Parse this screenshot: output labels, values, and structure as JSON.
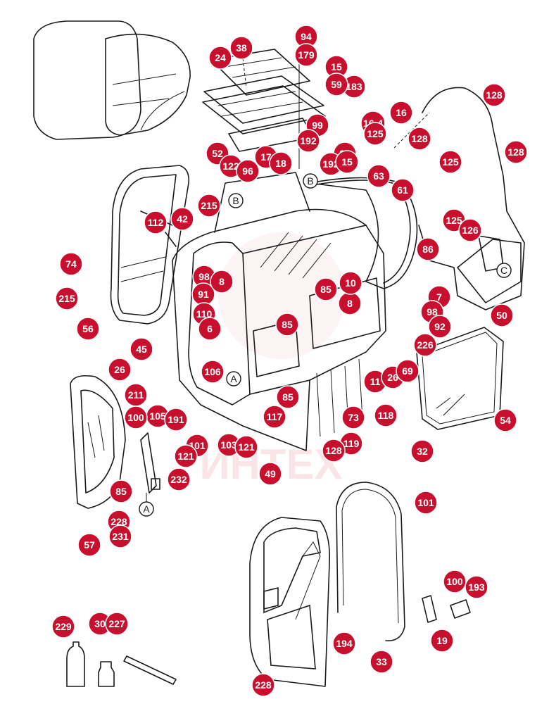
{
  "watermark": "ИНТЕХ",
  "colors": {
    "callout": "#c8102e",
    "line": "#1a1a1a",
    "background": "#ffffff"
  },
  "callouts": [
    "94",
    "179",
    "38",
    "24",
    "15",
    "183",
    "59",
    "16",
    "16-4",
    "125",
    "99",
    "192",
    "99",
    "192",
    "15",
    "17",
    "18",
    "52",
    "122",
    "96",
    "128",
    "128",
    "128",
    "125",
    "125",
    "126",
    "63",
    "61",
    "215",
    "74",
    "112",
    "42",
    "215",
    "56",
    "45",
    "98",
    "91",
    "8",
    "110",
    "6",
    "85",
    "85",
    "8",
    "10",
    "7",
    "98",
    "92",
    "226",
    "26",
    "211",
    "106",
    "105",
    "191",
    "11",
    "26",
    "69",
    "100",
    "101",
    "103",
    "121",
    "121",
    "232",
    "85",
    "85",
    "117",
    "73",
    "118",
    "119",
    "128",
    "86",
    "50",
    "54",
    "32",
    "49",
    "228",
    "231",
    "57",
    "101",
    "100",
    "193",
    "194",
    "33",
    "19",
    "228",
    "229",
    "30",
    "227"
  ],
  "markers": [
    "B",
    "B",
    "A",
    "A",
    "C"
  ]
}
